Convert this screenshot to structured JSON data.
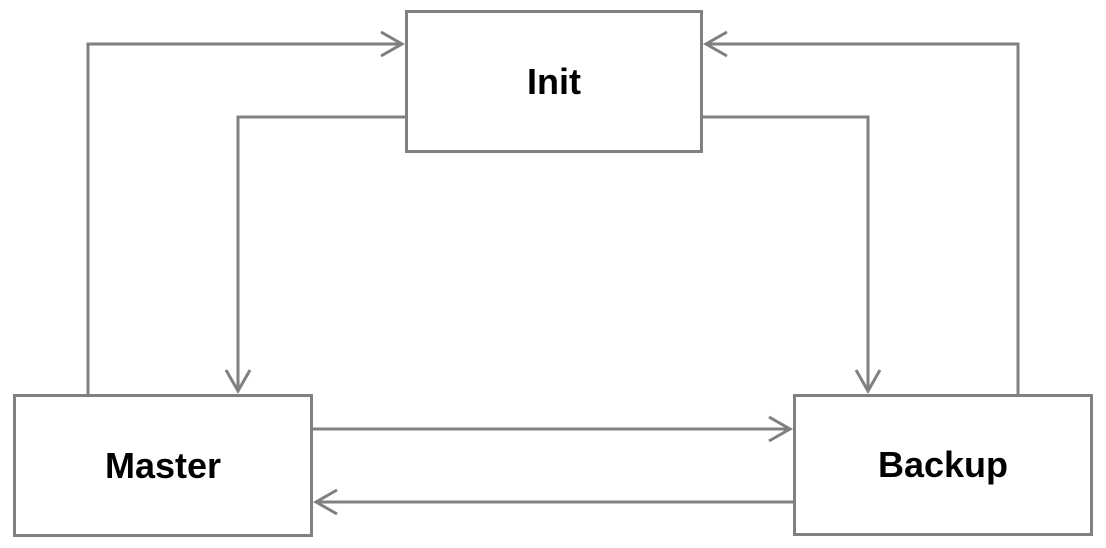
{
  "diagram": {
    "title": "state-transition-diagram",
    "colors": {
      "line": "#808080",
      "node_border": "#808080",
      "node_fill": "#ffffff",
      "label_text": "#000000",
      "background": "#ffffff"
    },
    "nodes": {
      "init": {
        "label": "Init"
      },
      "master": {
        "label": "Master"
      },
      "backup": {
        "label": "Backup"
      }
    },
    "edges": [
      {
        "from": "Master",
        "to": "Init"
      },
      {
        "from": "Init",
        "to": "Master"
      },
      {
        "from": "Init",
        "to": "Backup"
      },
      {
        "from": "Backup",
        "to": "Init"
      },
      {
        "from": "Master",
        "to": "Backup"
      },
      {
        "from": "Backup",
        "to": "Master"
      }
    ]
  }
}
